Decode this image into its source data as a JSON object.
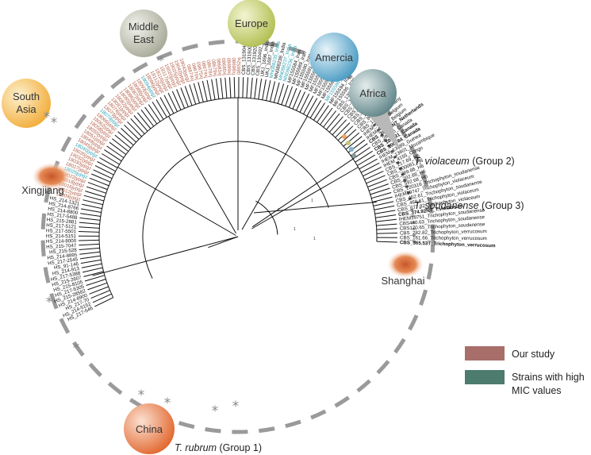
{
  "colors": {
    "study": "#b35c45",
    "mic": "#2aa3b6",
    "black": "#111111",
    "dash_ring": "#9a9a9a",
    "legend_study": "#a86e6a",
    "legend_mic": "#4d7b6e"
  },
  "regions": [
    {
      "id": "middle-east",
      "lines": [
        "Middle",
        "East"
      ],
      "color": "#a8aa98"
    },
    {
      "id": "europe",
      "lines": [
        "Europe"
      ],
      "color": "#b5c25e"
    },
    {
      "id": "amercia",
      "lines": [
        "Amercia"
      ],
      "color": "#5aa5c8"
    },
    {
      "id": "africa",
      "lines": [
        "Africa"
      ],
      "color": "#6d8f92"
    },
    {
      "id": "south-asia",
      "lines": [
        "South",
        "Asia"
      ],
      "color": "#f3b548"
    },
    {
      "id": "xingjiang",
      "lines": [
        "Xingjiang"
      ],
      "color": "#d86a34"
    },
    {
      "id": "shanghai",
      "lines": [
        "Shanghai"
      ],
      "color": "#d86a34"
    },
    {
      "id": "china",
      "lines": [
        "China"
      ],
      "color": "#e4703f"
    }
  ],
  "groups": {
    "violaceum": {
      "italic": "T. violaceum",
      "rest": " (Group 2)"
    },
    "soudanense": {
      "italic": "T. soudanense",
      "rest": " (Group 3)"
    },
    "rubrum": {
      "italic": "T. rubrum",
      "rest": " (Group 1)"
    }
  },
  "legend": [
    {
      "label": "Our study",
      "color": "#a86e6a"
    },
    {
      "label": "Strains with high",
      "label2": "MIC values",
      "color": "#4d7b6e"
    }
  ],
  "bootstrap_values": [
    "1",
    "1",
    "1",
    "1"
  ],
  "leaves": [
    {
      "label": "CBS_365.53T_Trichophyton_verrucosum",
      "c": "b",
      "bold": true
    },
    {
      "label": "CBS_161.66_Trichophyton_verrucosum",
      "c": "b"
    },
    {
      "label": "CBS_282.82_Trichophyton_verrucosum",
      "c": "b"
    },
    {
      "label": "CBS170.65_Trichophyton_soudanense",
      "c": "b"
    },
    {
      "label": "CBS440.63_Trichophyton_soudanense",
      "c": "b"
    },
    {
      "label": "IHEM19751_Trichophyton_soudanense",
      "c": "b"
    },
    {
      "label": "CBS_374.92NT_T.violaceum",
      "c": "b",
      "bold": true
    },
    {
      "label": "CBS_677.82_Trichophyton_violaceum",
      "c": "b"
    },
    {
      "label": "CBS_460.61_Trichophyton_violaceum",
      "c": "b"
    },
    {
      "label": "CBS_452.61_Trichophyton_soudanense",
      "c": "b"
    },
    {
      "label": "IHEM19747_Trichophyton_violaceum",
      "c": "b"
    },
    {
      "label": "CBS_120316_Trichophyton_soudanense",
      "c": "b"
    },
    {
      "label": "CBS_592.68_H6",
      "c": "b"
    },
    {
      "label": "CBS_202.88_H6",
      "c": "b"
    },
    {
      "label": "CBS_289.86_H6",
      "c": "b"
    },
    {
      "label": "CBS_100081_H6",
      "c": "b"
    },
    {
      "label": "CBS_217.69_H6",
      "c": "b"
    },
    {
      "label": "IHEM_4155_Congo",
      "c": "b"
    },
    {
      "label": "IHEM_13601_Mozambique",
      "c": "b"
    },
    {
      "label": "IHEM_13889_Guinea",
      "c": "b"
    },
    {
      "label": "CBS_100084_Canada",
      "c": "b",
      "bold": true
    },
    {
      "label": "CBS_100081_Canada",
      "c": "b",
      "bold": true
    },
    {
      "label": "CBS_289.86_Canada",
      "c": "b"
    },
    {
      "label": "CBS_392.58NT_Netherlands",
      "c": "b",
      "bold": true
    },
    {
      "label": "IHEM_14278_Belgium",
      "c": "b"
    },
    {
      "label": "IHEM_13894_Belgium",
      "c": "b"
    },
    {
      "label": "CBS_116046_Germany",
      "c": "b"
    },
    {
      "label": "CBS_807.69_Germany",
      "c": "b"
    },
    {
      "label": "CBS_202.88_Italy",
      "c": "b"
    },
    {
      "label": "CBS_133037_Bulgaria",
      "c": "b"
    },
    {
      "label": "CBS_115316_Greece",
      "c": "b"
    },
    {
      "label": "CBS_118716_Turkey",
      "c": "b"
    },
    {
      "label": "CBS_127441_Turkey",
      "c": "b"
    },
    {
      "label": "CBS_130927_Iran",
      "c": "b"
    },
    {
      "label": "MF155595_Iran",
      "c": "b"
    },
    {
      "label": "MF155594_Iran",
      "c": "b"
    },
    {
      "label": "MF155586_Iran",
      "c": "m"
    },
    {
      "label": "MF155588_Iran",
      "c": "b"
    },
    {
      "label": "MF155585_Iran",
      "c": "b"
    },
    {
      "label": "MF155587_Iran",
      "c": "b"
    },
    {
      "label": "MF155583_Iran",
      "c": "b"
    },
    {
      "label": "MF155592_Iran",
      "c": "b"
    },
    {
      "label": "MF155591_Iran",
      "c": "b"
    },
    {
      "label": "MF155590_Iran",
      "c": "b"
    },
    {
      "label": "MF155589_Iran",
      "c": "b"
    },
    {
      "label": "MF155584_Iran",
      "c": "b"
    },
    {
      "label": "MN088236_India",
      "c": "m"
    },
    {
      "label": "MN088237_India",
      "c": "m"
    },
    {
      "label": "MN088238_India",
      "c": "b"
    },
    {
      "label": "MN088235_India",
      "c": "m"
    },
    {
      "label": "UKJ_1687_India",
      "c": "b"
    },
    {
      "label": "UKJ_1696_India",
      "c": "b"
    },
    {
      "label": "CBS_130492_India",
      "c": "b"
    },
    {
      "label": "CBS_131920_Thailand",
      "c": "b"
    },
    {
      "label": "CBS_131909_Thailand",
      "c": "b"
    },
    {
      "label": "CBS_131904_Thailand",
      "c": "b"
    },
    {
      "label": "08652xj",
      "c": "s"
    },
    {
      "label": "08698xj",
      "c": "s"
    },
    {
      "label": "08699xj",
      "c": "s"
    },
    {
      "label": "08680xj",
      "c": "s"
    },
    {
      "label": "08683xj",
      "c": "s"
    },
    {
      "label": "08679xj",
      "c": "s"
    },
    {
      "label": "08678xj",
      "c": "s"
    },
    {
      "label": "08674xj",
      "c": "s"
    },
    {
      "label": "09675xj",
      "c": "s"
    },
    {
      "label": "09670xj",
      "c": "s"
    },
    {
      "label": "08674xj",
      "c": "s"
    },
    {
      "label": "19043jypgz",
      "c": "s"
    },
    {
      "label": "19042jypgz",
      "c": "s"
    },
    {
      "label": "19025jypgz",
      "c": "s"
    },
    {
      "label": "19020jypgz",
      "c": "s"
    },
    {
      "label": "18117jypgz",
      "c": "s"
    },
    {
      "label": "18116jypgz",
      "c": "s"
    },
    {
      "label": "18112jypgz",
      "c": "s"
    },
    {
      "label": "18096jypgz",
      "c": "s"
    },
    {
      "label": "18094jypgz",
      "c": "m"
    },
    {
      "label": "18093jypgz",
      "c": "s"
    },
    {
      "label": "18088jypgz",
      "c": "s"
    },
    {
      "label": "18087jypgz",
      "c": "s"
    },
    {
      "label": "18086jypgz",
      "c": "s"
    },
    {
      "label": "18085jypgz",
      "c": "s"
    },
    {
      "label": "18082jypgz",
      "c": "s"
    },
    {
      "label": "18081jypgz",
      "c": "s"
    },
    {
      "label": "18074jypgz",
      "c": "s"
    },
    {
      "label": "18073jypgz",
      "c": "s"
    },
    {
      "label": "18070jypgz",
      "c": "m"
    },
    {
      "label": "18066jypgz",
      "c": "s"
    },
    {
      "label": "18062jypgz",
      "c": "s"
    },
    {
      "label": "18058jypgz",
      "c": "s"
    },
    {
      "label": "18055jypgz",
      "c": "s"
    },
    {
      "label": "18051jypgz",
      "c": "s"
    },
    {
      "label": "18049jypgz",
      "c": "s"
    },
    {
      "label": "18045jypgz",
      "c": "s"
    },
    {
      "label": "18040jypgz",
      "c": "m"
    },
    {
      "label": "18035jypgz",
      "c": "s"
    },
    {
      "label": "18032jypgz",
      "c": "s"
    },
    {
      "label": "18030jypgz",
      "c": "s"
    },
    {
      "label": "18027jypgz",
      "c": "s"
    },
    {
      "label": "18025jypgz",
      "c": "m"
    },
    {
      "label": "18022jypgz",
      "c": "s"
    },
    {
      "label": "18018jypgz",
      "c": "s"
    },
    {
      "label": "18016jypgz",
      "c": "s"
    },
    {
      "label": "18012jypgz",
      "c": "s"
    },
    {
      "label": "18009jypgz",
      "c": "s"
    },
    {
      "label": "HS_214-1321",
      "c": "b"
    },
    {
      "label": "HS_214-8766",
      "c": "b"
    },
    {
      "label": "HS_214-8800",
      "c": "b"
    },
    {
      "label": "HS_217-5488",
      "c": "b"
    },
    {
      "label": "HS_215-2881",
      "c": "b"
    },
    {
      "label": "HS_217-5121",
      "c": "b"
    },
    {
      "label": "HS_217-5501",
      "c": "b"
    },
    {
      "label": "HS_214-5151",
      "c": "b"
    },
    {
      "label": "HS_214-8000",
      "c": "b"
    },
    {
      "label": "HS_215-7047",
      "c": "b"
    },
    {
      "label": "HS_215-528",
      "c": "b"
    },
    {
      "label": "HS_214-8895",
      "c": "b"
    },
    {
      "label": "HS_217-2545",
      "c": "b"
    },
    {
      "label": "HS_91-146",
      "c": "b"
    },
    {
      "label": "HS_214-913",
      "c": "b"
    },
    {
      "label": "HS_217-5388",
      "c": "b"
    },
    {
      "label": "HS_215-2607",
      "c": "b"
    },
    {
      "label": "HS_215-8105",
      "c": "b"
    },
    {
      "label": "HS_217-5305",
      "c": "b"
    },
    {
      "label": "HS_215-28582",
      "c": "b"
    },
    {
      "label": "HS_214-8900",
      "c": "b"
    },
    {
      "label": "HS_217-70",
      "c": "b"
    },
    {
      "label": "HS_214-5152",
      "c": "b"
    },
    {
      "label": "HS_217-546",
      "c": "b"
    }
  ]
}
